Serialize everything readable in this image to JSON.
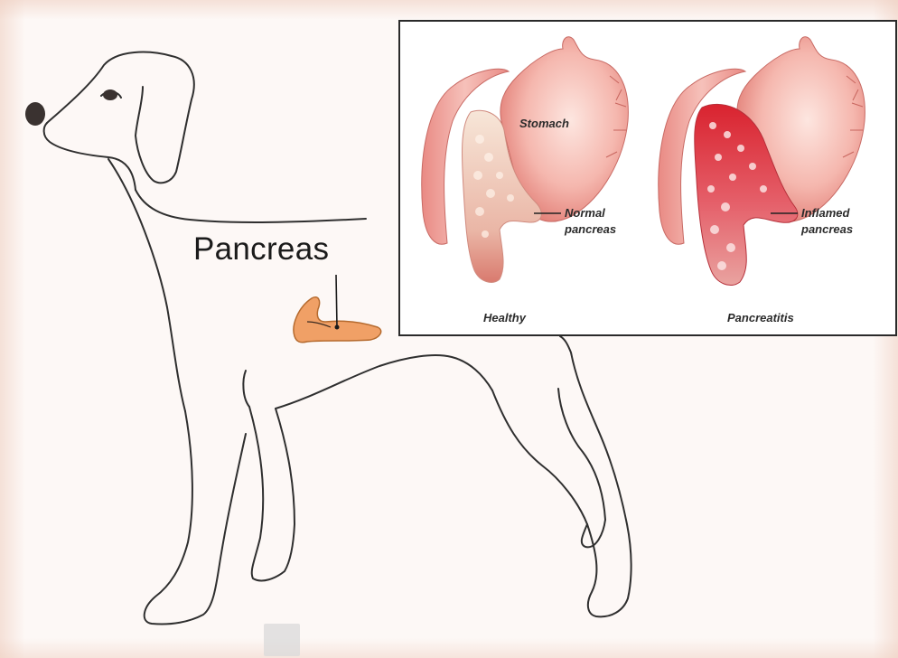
{
  "dog": {
    "label": "Pancreas"
  },
  "inset": {
    "left_panel": {
      "stomach_label": "Stomach",
      "pancreas_label_line1": "Normal",
      "pancreas_label_line2": "pancreas",
      "caption": "Healthy"
    },
    "right_panel": {
      "pancreas_label_line1": "Inflamed",
      "pancreas_label_line2": "pancreas",
      "caption": "Pancreatitis"
    }
  },
  "colors": {
    "outline": "#2b2b2b",
    "pancreas_orange": "#f0a066",
    "stomach_pink": "#f1a9a3",
    "inflamed_red": "#d9232f"
  },
  "icons": {
    "watermark": "watermark-icon"
  }
}
